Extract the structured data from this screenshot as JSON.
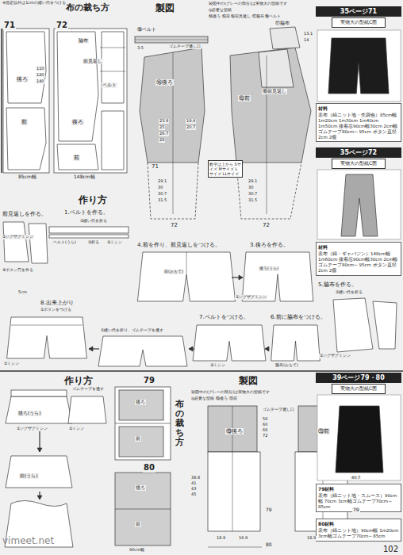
{
  "diagram": {
    "nodes": [
      {
        "text": [
          "35ページ71",
          "実物大の型紙C面"
        ]
      },
      {
        "text": [
          "材料",
          "表布（綿ニット地・杢調色）85cm幅 1m20cm 1m30cm 1m40cm 1m50cm 接着芯90cm幅30cm 2cm幅ゴムテープ80cm～95cm ボタン直径2cm 2個"
        ]
      },
      {
        "text": [
          "35ページ72",
          "実物大の型紙C面"
        ]
      },
      {
        "text": [
          "材料",
          "表布（綿・ギャバジン）148cm幅 1m60cm 接着芯90cm幅30cm 2cm幅ゴムテープ80cm～95cm ボタン直径2cm 2個"
        ]
      },
      {
        "text": [
          "数字は上から Sサイズ Mサイズ Lサイズ LLサイズ"
        ]
      },
      {
        "text": [
          "39ページ79・80",
          "実物大の型紙C面"
        ]
      },
      {
        "text": [
          "79材料",
          "表布（綿ニット地・スムース）90cm幅 70cm 3cm幅ゴムテープ70cm～85cm"
        ]
      },
      {
        "text": [
          "80材料",
          "表布（綿ニット地）90cm幅 1m20cm 3cm幅ゴムテープ70cm～85cm"
        ]
      }
    ],
    "labels": [
      "布の裁ち方",
      "※指定以外は1cmの縫い代をつける",
      "71",
      "72",
      "脇布",
      "前見返し",
      "ベルト",
      "後ろ",
      "前",
      "後ろ",
      "前",
      "110",
      "120",
      "140",
      "85cm幅",
      "148cm幅",
      "製図",
      "製図中の(グレーの部分)は実物大の型紙です",
      "◎必要な型紙",
      "⑭後ろ ⑮前 ⑯前見返し ⑰脇布 ⑱ベルト",
      "⑱ベルト",
      "ゴムテープ通し口",
      "3.5",
      "⑭後ろ",
      "23.9",
      "25",
      "26.7",
      "28",
      "19.4",
      "20.7",
      "⑮前",
      "⑯前見返し",
      "⑰脇布",
      "13.1",
      "14",
      "29.1",
      "30",
      "30.7",
      "31.5",
      "29.1",
      "30",
      "30.7",
      "31.5",
      "71",
      "72",
      "72",
      "作り方",
      "1.ベルトを作る。",
      "①縫い代を折る",
      "②折る",
      "③ミシン",
      "ベルト(うら)",
      "前見返しを作る。",
      "①ジグザグミシン",
      "④ボタン穴を作る",
      "4.前を作り、前見返しをつける。",
      "3.後ろを作る。",
      "後ろ(うら)",
      "①ジグザグミシン",
      "前(おもて)",
      "5.脇布を作る。",
      "①縫い代を折る",
      "②ジグザグミシン",
      "6.前に脇布をつける。",
      "7.ベルトをつける。",
      "8.出来上がり",
      "①ボタンをつける",
      "5cm",
      "②ミシン",
      "①縫い代を折り、ゴムテープを通す",
      "③ミシン",
      "脇布(おもて)",
      "作り方",
      "①ジグザグミシン",
      "後ろ(うら)",
      "②ミシン",
      "前(うら)",
      "ゴムテープを通す",
      "布の裁ち方",
      "79",
      "80",
      "後ろ",
      "前",
      "後ろ",
      "前",
      "90cm幅",
      "製図",
      "製図中の(グレーの部分)は実物大の型紙です",
      "◎必要な型紙 ⑲後ろ ⑳前",
      "⑲後ろ",
      "⑳前",
      "ゴムテープ通し口",
      "56",
      "60",
      "66",
      "72",
      "38.8",
      "41",
      "43",
      "45",
      "40.7",
      "18.9",
      "16.9",
      "18.9",
      "79",
      "80",
      "79",
      "vimeet.net",
      "102"
    ]
  }
}
